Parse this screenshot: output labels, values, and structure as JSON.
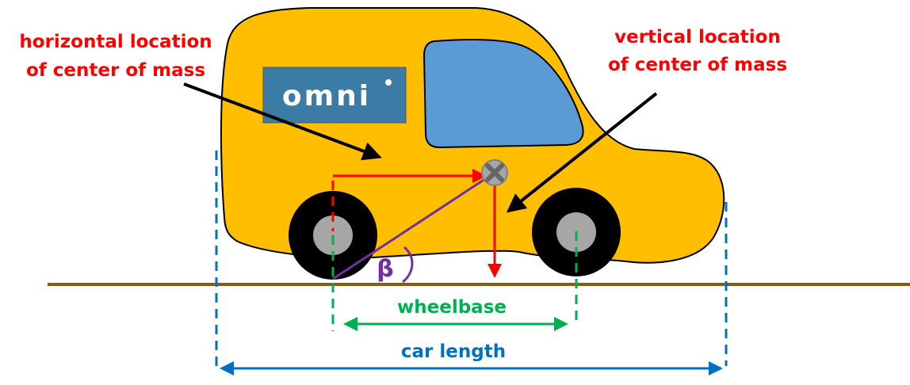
{
  "labels": {
    "horizontal_com": [
      "horizontal location",
      "of center of mass"
    ],
    "vertical_com": [
      "vertical location",
      "of center of mass"
    ],
    "wheelbase": "wheelbase",
    "car_length": "car length",
    "angle": "β",
    "logo": "omni"
  },
  "colors": {
    "body": "#FFBF00",
    "outline": "#000000",
    "window": "#5B9BD5",
    "logo_bg": "#3A7CA5",
    "ground": "#8B5A12",
    "horizontal_com": "#FF0000",
    "vertical_com": "#FF0000",
    "wheelbase": "#00B050",
    "car_length": "#0070C0",
    "angle": "#7030A0",
    "hub": "#A6A6A6"
  }
}
